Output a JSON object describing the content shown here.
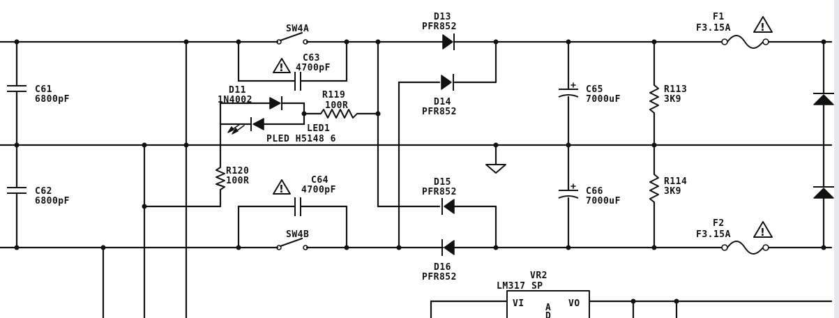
{
  "components": {
    "sw4a": "SW4A",
    "sw4b": "SW4B",
    "c61": {
      "ref": "C61",
      "value": "6800pF"
    },
    "c62": {
      "ref": "C62",
      "value": "6800pF"
    },
    "c63": {
      "ref": "C63",
      "value": "4700pF"
    },
    "c64": {
      "ref": "C64",
      "value": "4700pF"
    },
    "c65": {
      "ref": "C65",
      "value": "7000uF"
    },
    "c66": {
      "ref": "C66",
      "value": "7000uF"
    },
    "d11": {
      "ref": "D11",
      "value": "1N4002"
    },
    "d13": {
      "ref": "D13",
      "value": "PFR852"
    },
    "d14": {
      "ref": "D14",
      "value": "PFR852"
    },
    "d15": {
      "ref": "D15",
      "value": "PFR852"
    },
    "d16": {
      "ref": "D16",
      "value": "PFR852"
    },
    "r113": {
      "ref": "R113",
      "value": "3K9"
    },
    "r114": {
      "ref": "R114",
      "value": "3K9"
    },
    "r119": {
      "ref": "R119",
      "value": "100R"
    },
    "r120": {
      "ref": "R120",
      "value": "100R"
    },
    "led1": {
      "ref": "LED1",
      "value": "PLED H5148 6"
    },
    "f1": {
      "ref": "F1",
      "value": "F3.15A"
    },
    "f2": {
      "ref": "F2",
      "value": "F3.15A"
    },
    "vr2": {
      "ref": "VR2",
      "value": "LM317 SP",
      "pin_vi": "VI",
      "pin_vo": "VO",
      "pin_adj_a": "A",
      "pin_adj_d": "D"
    }
  },
  "warning_mark": "!"
}
